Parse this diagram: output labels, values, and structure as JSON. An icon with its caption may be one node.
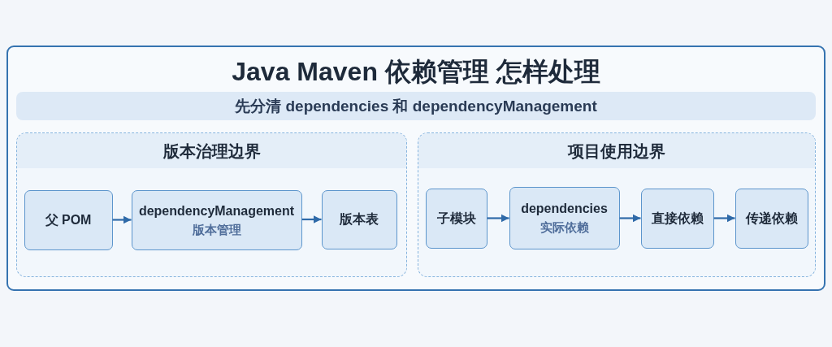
{
  "diagram": {
    "nodes": [
      {
        "text": [
          "Java Maven 依赖管理 怎样处理"
        ]
      },
      {
        "text": [
          "先分清 dependencies 和 dependencyManagement"
        ],
        "in": 0
      },
      {
        "text": [
          "版本治理边界"
        ],
        "in": 0
      },
      {
        "text": [
          "父 POM"
        ],
        "in": 2
      },
      {
        "text": [
          "dependencyManagement",
          "版本管理"
        ],
        "in": 2
      },
      {
        "text": [
          "版本表"
        ],
        "in": 2
      },
      {
        "text": [
          "项目使用边界"
        ],
        "in": 0
      },
      {
        "text": [
          "子模块"
        ],
        "in": 6
      },
      {
        "text": [
          "dependencies",
          "实际依赖"
        ],
        "in": 6
      },
      {
        "text": [
          "直接依赖"
        ],
        "in": 6
      },
      {
        "text": [
          "传递依赖"
        ],
        "in": 6
      }
    ],
    "edges": [
      {
        "from": 3,
        "to": 4,
        "arrow": "to"
      },
      {
        "from": 4,
        "to": 5,
        "arrow": "to"
      },
      {
        "from": 7,
        "to": 8,
        "arrow": "to"
      },
      {
        "from": 8,
        "to": 9,
        "arrow": "to"
      },
      {
        "from": 9,
        "to": 10,
        "arrow": "to"
      }
    ]
  }
}
